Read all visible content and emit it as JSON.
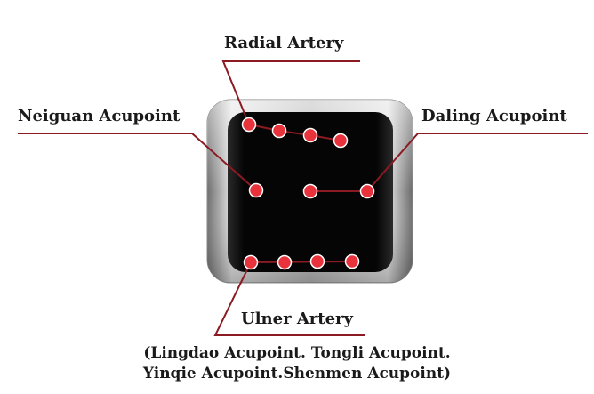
{
  "labels": {
    "radial": "Radial Artery",
    "neiguan": "Neiguan Acupoint",
    "daling": "Daling Acupoint",
    "ulner": "Ulner Artery",
    "note_line1": "(Lingdao Acupoint. Tongli Acupoint.",
    "note_line2": "Yinqie Acupoint.Shenmen Acupoint)"
  },
  "colors": {
    "leader_line": "#8b1a22",
    "point_fill": "#e8323c",
    "point_stroke": "#ffffff",
    "screen": "#0a0a0a",
    "bezel": "#b8b8b8"
  }
}
